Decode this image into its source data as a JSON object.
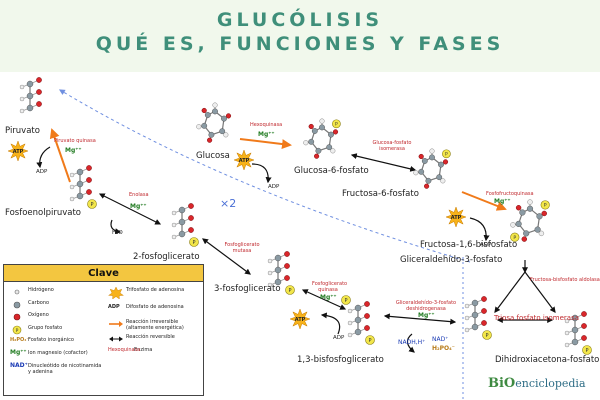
{
  "title": {
    "line1": "GLUCÓLISIS",
    "line2": "QUÉ ES, FUNCIONES Y FASES"
  },
  "molecules": {
    "glucosa": "Glucosa",
    "g6p": "Glucosa-6-fosfato",
    "f6p": "Fructosa-6-fosfato",
    "f16bp": "Fructosa-1,6-bisfosfato",
    "g3p": "Gliceraldehído-3-fosfato",
    "dhap": "Dihidroxiacetona-fosfato",
    "bpg": "1,3-bisfosfoglicerato",
    "pg3": "3-fosfoglicerato",
    "pg2": "2-fosfoglicerato",
    "pep": "Fosfoenolpiruvato",
    "piruvato": "Piruvato"
  },
  "enzymes": {
    "hexoquinasa": "Hexoquinasa",
    "gluc_isomerasa": "Glucosa-fosfato isomerasa",
    "pfk": "Fosfofructoquinasa",
    "aldolasa": "Fructosa-bisfosfato aldolasa",
    "tpi": "Triosa fosfato isomerasa",
    "gapdh": "Gliceraldehído-3-fosfato deshidrogenasa",
    "pgk": "Fosfoglicerato quinasa",
    "pgm": "Fosfoglicerato mutasa",
    "enolasa": "Enolasa",
    "pk": "Piruvato quinasa"
  },
  "cofactors": {
    "mg": "Mg⁺⁺",
    "atp": "ATP",
    "adp": "ADP",
    "h2o": "H₂O",
    "nadh": "NADH,H⁺",
    "nad": "NAD⁺",
    "h2po4": "H₂PO₄⁻",
    "x2": "×2"
  },
  "key": {
    "title": "Clave",
    "left": [
      {
        "sym": "Hidrógeno"
      },
      {
        "sym": "Carbono"
      },
      {
        "sym": "Oxígeno"
      },
      {
        "sym": "Grupo fosfato"
      },
      {
        "sym": "Fosfato inorgánico"
      },
      {
        "sym": "Ion magnesio (cofactor)"
      },
      {
        "sym": "Dinucleótido de nicotinamida y adenina"
      }
    ],
    "left_symbols": [
      "",
      "",
      "",
      "",
      "H₂PO₄⁻",
      "Mg⁺⁺",
      "NAD⁺"
    ],
    "right": [
      {
        "sym": "Trifosfato de adenosina"
      },
      {
        "sym": "Difosfato de adenosina"
      },
      {
        "sym": "Reacción irreversible (altamente energética)"
      },
      {
        "sym": "Reacción reversible"
      },
      {
        "sym": "Enzima"
      }
    ],
    "right_symbols": [
      "ATP",
      "ADP",
      "",
      "",
      "Hexoquinasa"
    ]
  },
  "logo": {
    "bio": "BiO",
    "rest": "enciclopedia"
  },
  "colors": {
    "title": "#3f8f7a",
    "header_bg": "#f1f8ec",
    "enzyme": "#c0282d",
    "arrow_irrev": "#f07a1a",
    "magnesium": "#1f7a1f",
    "phosphate": "#f2e64a",
    "oxygen": "#d9262a",
    "carbon": "#8a9aa3",
    "atp": "#f7b21a",
    "key_header": "#f3c640"
  }
}
